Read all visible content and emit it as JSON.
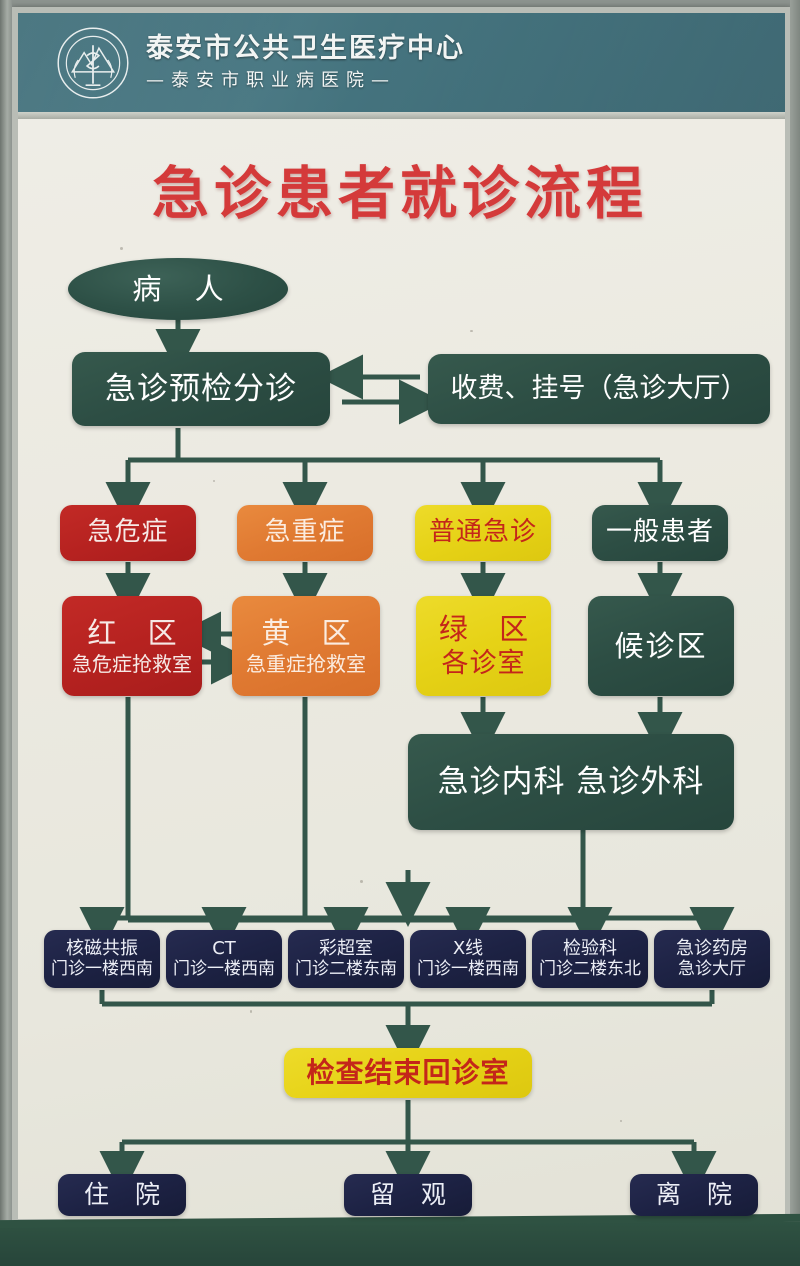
{
  "header": {
    "hospital_name": "泰安市公共卫生医疗中心",
    "hospital_sub": "—泰安市职业病医院—",
    "logo_icon": "hospital-emblem-icon"
  },
  "page_title": "急诊患者就诊流程",
  "colors": {
    "teal_header": "#3f6e79",
    "title_red": "#d43a3a",
    "green": "#2d4e44",
    "red": "#b62220",
    "orange": "#e07a32",
    "yellow": "#e6d216",
    "navy": "#1d2244",
    "connector": "#33564a",
    "board": "#eceae1"
  },
  "flow": {
    "start": {
      "label": "病  人",
      "shape": "ellipse",
      "color": "green"
    },
    "triage": {
      "label": "急诊预检分诊",
      "color": "green"
    },
    "registration": {
      "label": "收费、挂号（急诊大厅）",
      "color": "green"
    },
    "categories": [
      {
        "label": "急危症",
        "color": "red"
      },
      {
        "label": "急重症",
        "color": "orange"
      },
      {
        "label": "普通急诊",
        "color": "yellow"
      },
      {
        "label": "一般患者",
        "color": "green"
      }
    ],
    "zones": [
      {
        "line1": "红  区",
        "line2": "急危症抢救室",
        "color": "red"
      },
      {
        "line1": "黄  区",
        "line2": "急重症抢救室",
        "color": "orange"
      },
      {
        "line1": "绿  区",
        "line2": "各诊室",
        "color": "yellow"
      },
      {
        "line1": "候诊区",
        "line2": "",
        "color": "green"
      }
    ],
    "departments": {
      "label": "急诊内科  急诊外科",
      "color": "green"
    },
    "exams": [
      {
        "name": "核磁共振",
        "location": "门诊一楼西南"
      },
      {
        "name": "CT",
        "location": "门诊一楼西南"
      },
      {
        "name": "彩超室",
        "location": "门诊二楼东南"
      },
      {
        "name": "X线",
        "location": "门诊一楼西南"
      },
      {
        "name": "检验科",
        "location": "门诊二楼东北"
      },
      {
        "name": "急诊药房",
        "location": "急诊大厅"
      }
    ],
    "return_room": {
      "label": "检查结束回诊室",
      "color": "yellow"
    },
    "outcomes": [
      {
        "label": "住  院",
        "color": "navy"
      },
      {
        "label": "留  观",
        "color": "navy"
      },
      {
        "label": "离  院",
        "color": "navy"
      }
    ]
  }
}
